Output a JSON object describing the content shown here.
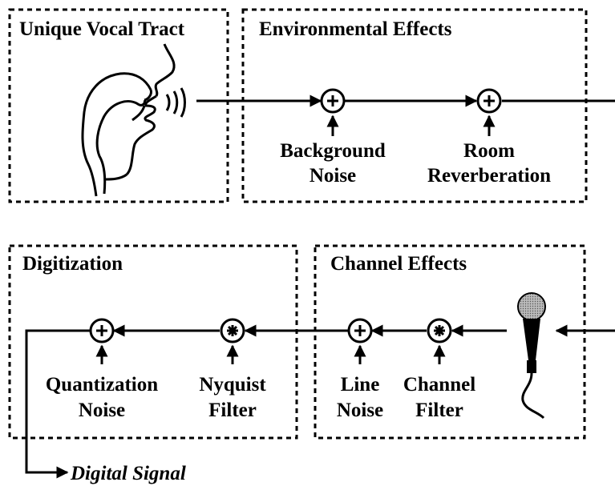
{
  "boxes": {
    "vocal_tract": {
      "title": "Unique Vocal Tract"
    },
    "environmental": {
      "title": "Environmental Effects"
    },
    "digitization": {
      "title": "Digitization"
    },
    "channel": {
      "title": "Channel Effects"
    }
  },
  "nodes": {
    "background_noise": {
      "symbol": "+",
      "line1": "Background",
      "line2": "Noise"
    },
    "room_reverb": {
      "symbol": "+",
      "line1": "Room",
      "line2": "Reverberation"
    },
    "quantization_noise": {
      "symbol": "+",
      "line1": "Quantization",
      "line2": "Noise"
    },
    "nyquist_filter": {
      "symbol": "*",
      "line1": "Nyquist",
      "line2": "Filter"
    },
    "line_noise": {
      "symbol": "+",
      "line1": "Line",
      "line2": "Noise"
    },
    "channel_filter": {
      "symbol": "*",
      "line1": "Channel",
      "line2": "Filter"
    }
  },
  "output": {
    "label": "Digital Signal"
  },
  "icons": {
    "vocal_tract": "head-profile-icon",
    "microphone": "microphone-icon"
  }
}
